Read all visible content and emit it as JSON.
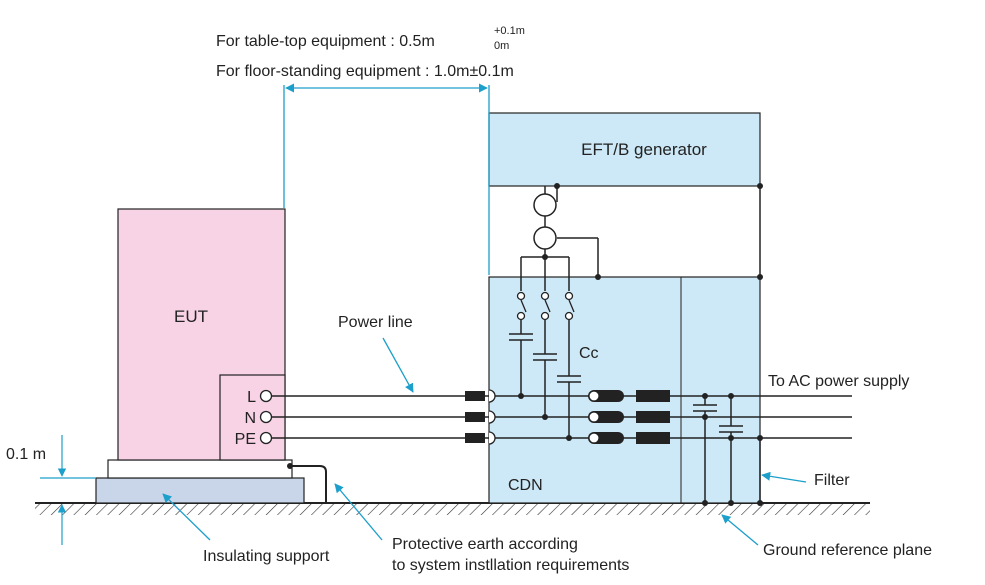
{
  "header": {
    "tabletop_text": "For table-top equipment : 0.5m",
    "tol_plus": "+0.1m",
    "tol_minus": "0m",
    "floor_text": "For floor-standing equipment : 1.0m±0.1m"
  },
  "boxes": {
    "eut": "EUT",
    "generator": "EFT/B generator",
    "cdn": "CDN"
  },
  "terminals": {
    "l": "L",
    "n": "N",
    "pe": "PE"
  },
  "labels": {
    "power_line": "Power line",
    "cc": "Cc",
    "ac_supply": "To AC power supply",
    "filter": "Filter",
    "height": "0.1 m",
    "insulating_support": "Insulating support",
    "protective_earth_line1": "Protective earth according",
    "protective_earth_line2": "to system instllation requirements",
    "ground_plane": "Ground reference plane"
  },
  "colors": {
    "eut_fill": "#f7d3e5",
    "box_fill": "#cde9f7",
    "support_fill": "#c9d6ea",
    "arrow": "#1c9fcb",
    "line": "#222222"
  }
}
